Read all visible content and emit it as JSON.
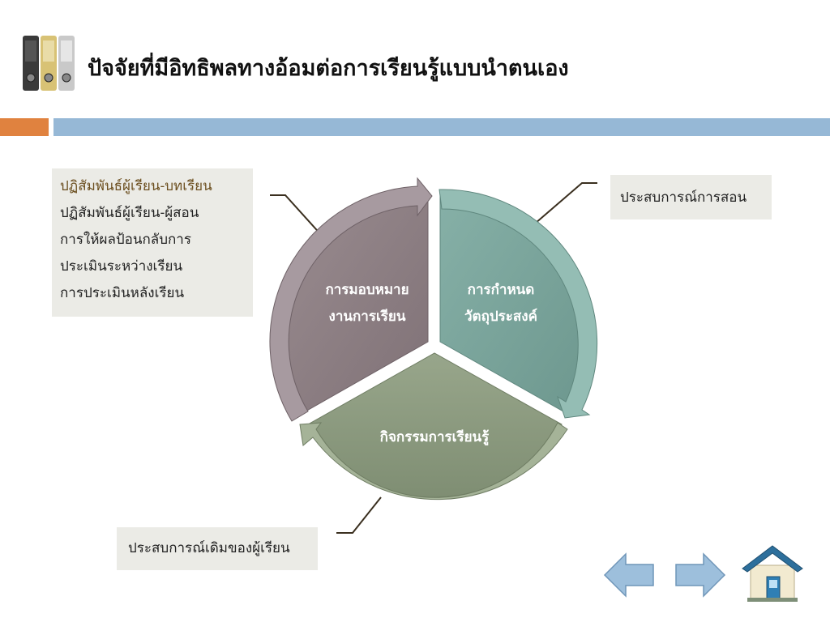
{
  "header": {
    "title": "ปัจจัยที่มีอิทธิพลทางอ้อมต่อการเรียนรู้แบบนำตนเอง",
    "logo_icon": "binders-icon"
  },
  "colors": {
    "accent_orange": "#e0823f",
    "accent_blue": "#96b8d6",
    "segment_left": "#8e8085",
    "segment_right": "#7fa9a0",
    "segment_bottom": "#8f9e82"
  },
  "diagram": {
    "segments": [
      {
        "line1": "การมอบหมาย",
        "line2": "งานการเรียน"
      },
      {
        "line1": "การกำหนด",
        "line2": "วัตถุประสงค์"
      },
      {
        "line1": "กิจกรรมการเรียนรู้"
      }
    ],
    "left_box": [
      "ปฏิสัมพันธ์ผู้เรียน-บทเรียน",
      "ปฏิสัมพันธ์ผู้เรียน-ผู้สอน",
      "การให้ผลป้อนกลับการ",
      "ประเมินระหว่างเรียน",
      "การประเมินหลังเรียน"
    ],
    "right_box": "ประสบการณ์การสอน",
    "bottom_box": "ประสบการณ์เดิมของผู้เรียน"
  },
  "nav": {
    "back_icon": "arrow-left-icon",
    "next_icon": "arrow-right-icon",
    "home_icon": "home-icon"
  }
}
